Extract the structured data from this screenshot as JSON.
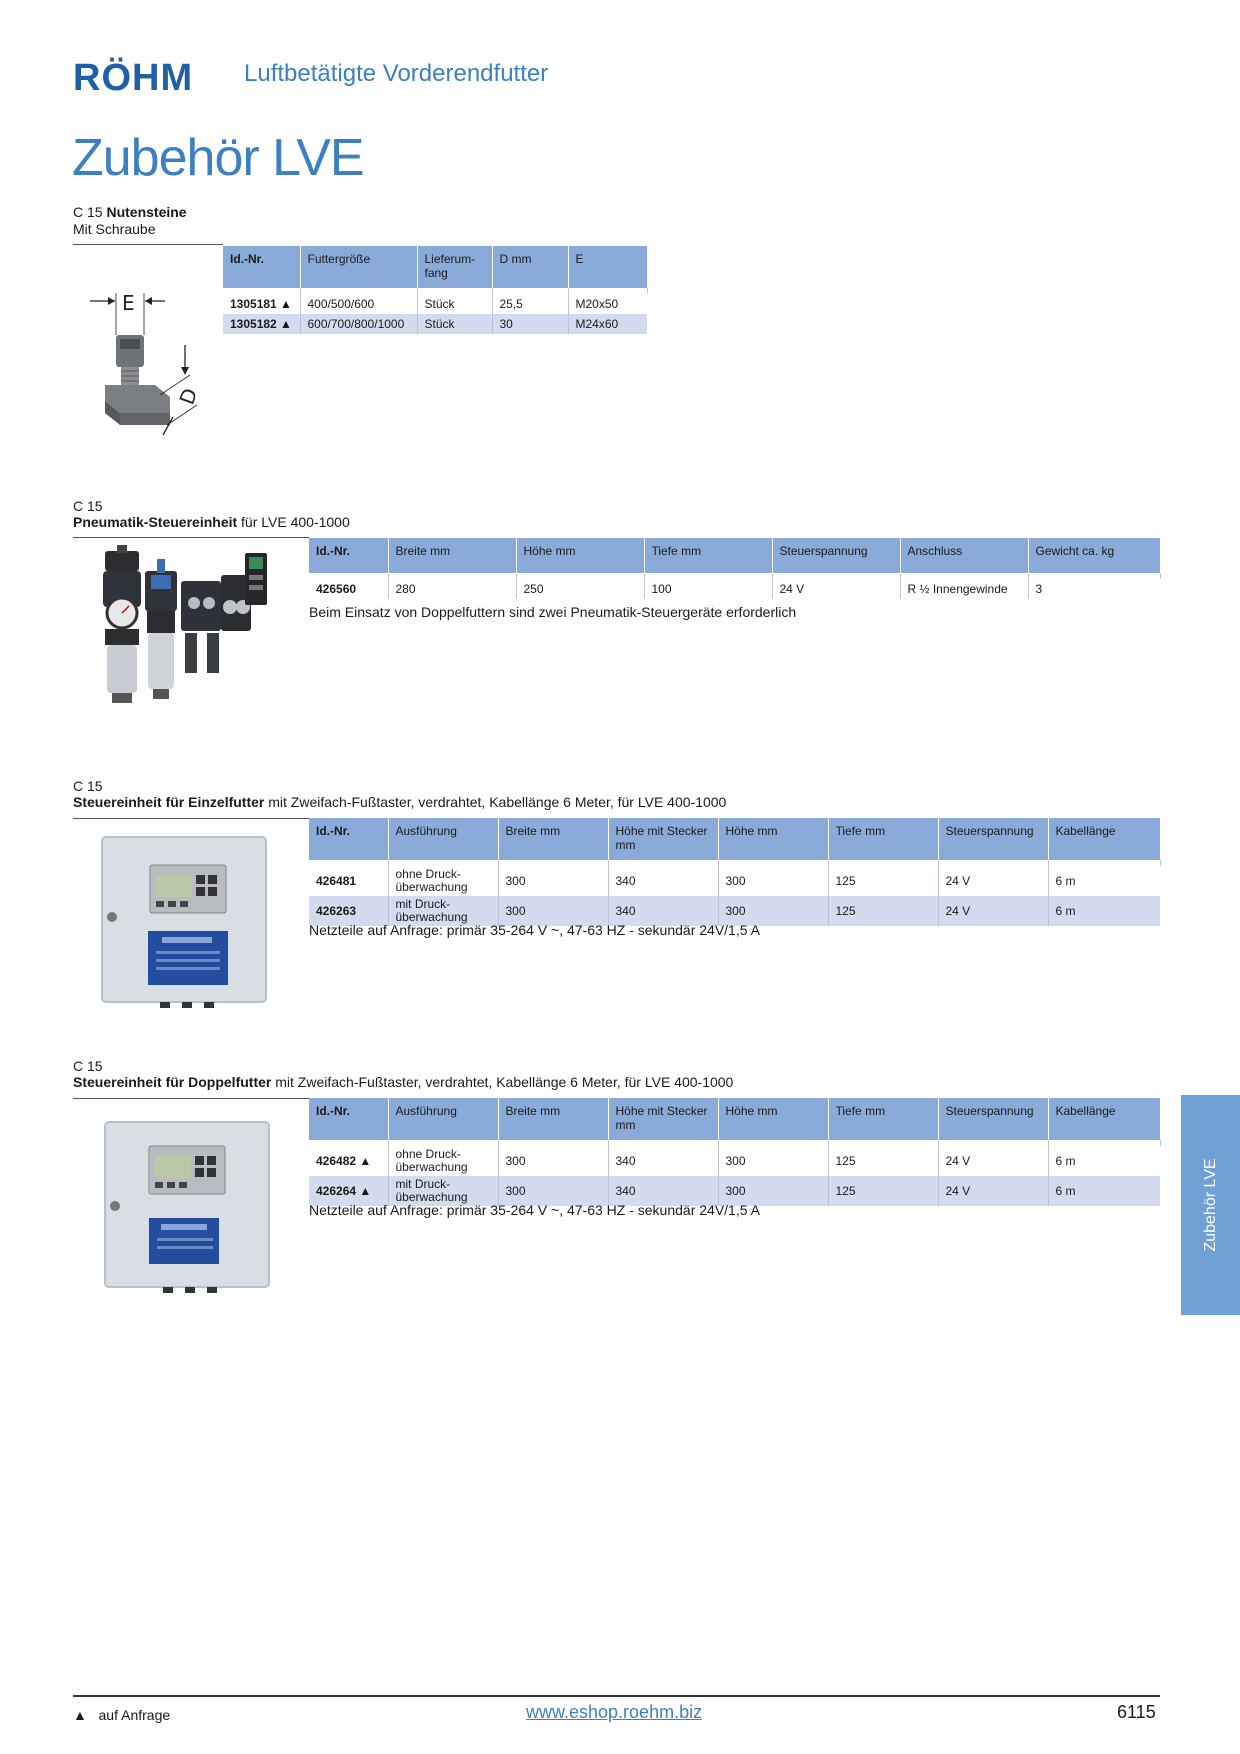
{
  "header": {
    "logo_text": "RÖHM",
    "subtitle": "Luftbetätigte Vorderendfutter",
    "title": "Zubehör LVE"
  },
  "sections": [
    {
      "category": "C 15",
      "title_bold": "Nutensteine",
      "title_rest": "",
      "subline": "Mit Schraube",
      "image_labels": [
        "E",
        "D"
      ],
      "headers": [
        "Id.-Nr.",
        "Futtergröße",
        "Lieferum-fang",
        "D mm",
        "E"
      ],
      "rows": [
        [
          "1305181 ▲",
          "400/500/600",
          "Stück",
          "25,5",
          "M20x50"
        ],
        [
          "1305182 ▲",
          "600/700/800/1000",
          "Stück",
          "30",
          "M24x60"
        ]
      ]
    },
    {
      "category": "C 15",
      "title_bold": "Pneumatik-Steuereinheit",
      "title_rest": " für LVE 400-1000",
      "headers": [
        "Id.-Nr.",
        "Breite mm",
        "Höhe mm",
        "Tiefe mm",
        "Steuerspannung",
        "Anschluss",
        "Gewicht ca. kg"
      ],
      "rows": [
        [
          "426560",
          "280",
          "250",
          "100",
          "24 V",
          "R ½ Innengewinde",
          "3"
        ]
      ],
      "note": "Beim Einsatz von Doppelfuttern sind zwei Pneumatik-Steuergeräte erforderlich"
    },
    {
      "category": "C 15",
      "title_bold": "Steuereinheit für Einzelfutter",
      "title_rest": " mit Zweifach-Fußtaster, verdrahtet, Kabellänge 6 Meter, für LVE 400-1000",
      "headers": [
        "Id.-Nr.",
        "Ausführung",
        "Breite mm",
        "Höhe mit Stecker mm",
        "Höhe mm",
        "Tiefe mm",
        "Steuerspannung",
        "Kabellänge"
      ],
      "rows": [
        [
          "426481",
          "ohne Druck-überwachung",
          "300",
          "340",
          "300",
          "125",
          "24 V",
          "6 m"
        ],
        [
          "426263",
          "mit Druck-überwachung",
          "300",
          "340",
          "300",
          "125",
          "24 V",
          "6 m"
        ]
      ],
      "note": "Netzteile auf Anfrage: primär 35-264 V ~, 47-63 HZ - sekundär 24V/1,5 A"
    },
    {
      "category": "C 15",
      "title_bold": "Steuereinheit für Doppelfutter",
      "title_rest": " mit Zweifach-Fußtaster, verdrahtet, Kabellänge 6 Meter, für LVE 400-1000",
      "headers": [
        "Id.-Nr.",
        "Ausführung",
        "Breite mm",
        "Höhe mit Stecker mm",
        "Höhe mm",
        "Tiefe mm",
        "Steuerspannung",
        "Kabellänge"
      ],
      "rows": [
        [
          "426482 ▲",
          "ohne Druck-überwachung",
          "300",
          "340",
          "300",
          "125",
          "24 V",
          "6 m"
        ],
        [
          "426264 ▲",
          "mit Druck-überwachung",
          "300",
          "340",
          "300",
          "125",
          "24 V",
          "6 m"
        ]
      ],
      "note": "Netzteile auf Anfrage: primär 35-264 V ~, 47-63 HZ - sekundär 24V/1,5 A"
    }
  ],
  "sidetab": "Zubehör LVE",
  "footer": {
    "legend": "▲   auf Anfrage",
    "url": "www.eshop.roehm.biz",
    "page": "6115"
  },
  "colors": {
    "accent": "#3d7fc1",
    "table_header": "#8aabd9",
    "table_alt_row": "#d2dcee",
    "side_tab": "#6fa0d6",
    "logo": "#1f5fa8"
  }
}
